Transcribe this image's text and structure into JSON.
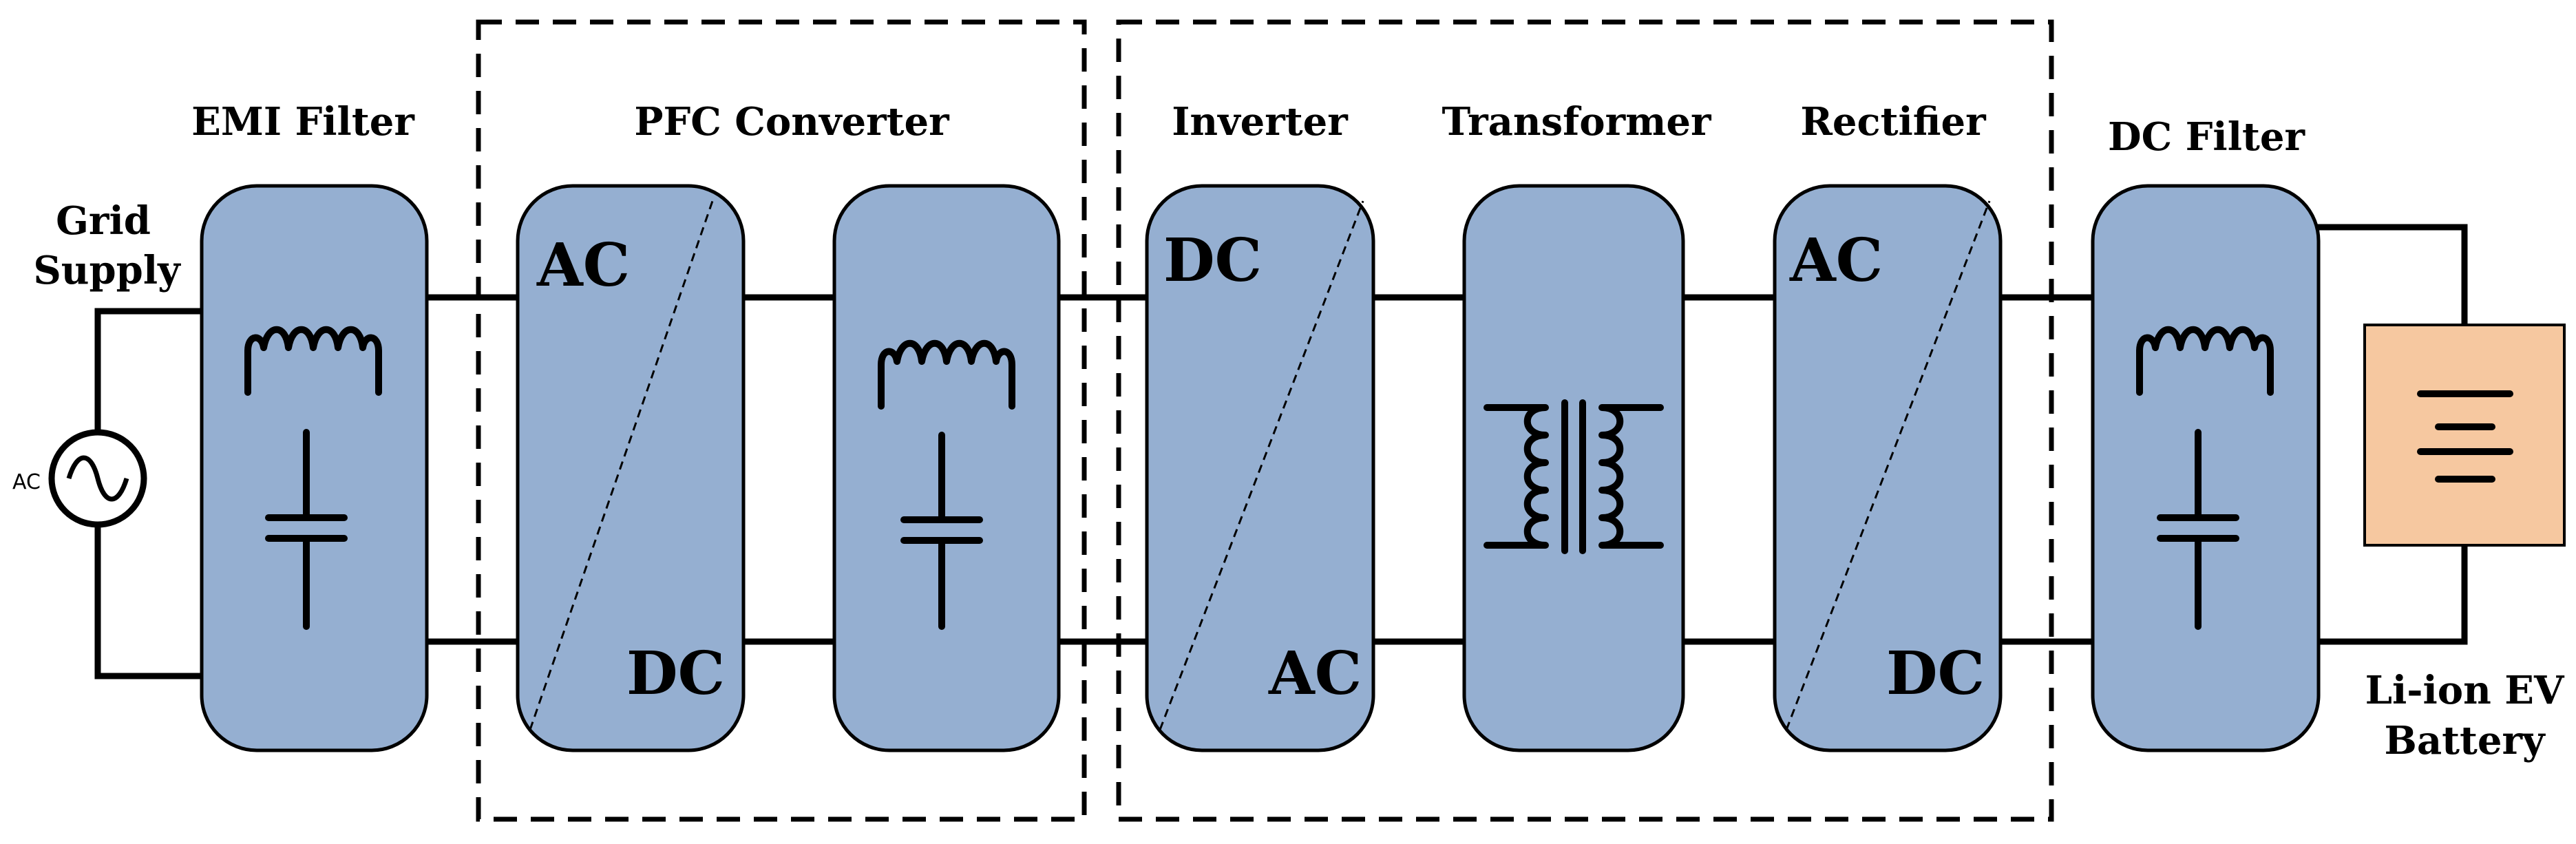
{
  "labels": {
    "grid_supply_line1": "Grid",
    "grid_supply_line2": "Supply",
    "ac_source": "AC",
    "emi_filter": "EMI Filter",
    "pfc_converter": "PFC Converter",
    "inverter": "Inverter",
    "transformer": "Transformer",
    "rectifier": "Rectifier",
    "dc_filter": "DC Filter",
    "battery_line1": "Li-ion EV",
    "battery_line2": "Battery"
  },
  "converters": {
    "pfc_top": "AC",
    "pfc_bottom": "DC",
    "inverter_top": "DC",
    "inverter_bottom": "AC",
    "rectifier_top": "AC",
    "rectifier_bottom": "DC"
  },
  "colors": {
    "block_fill": "#95afd1",
    "battery_fill": "#f6c8a0"
  }
}
